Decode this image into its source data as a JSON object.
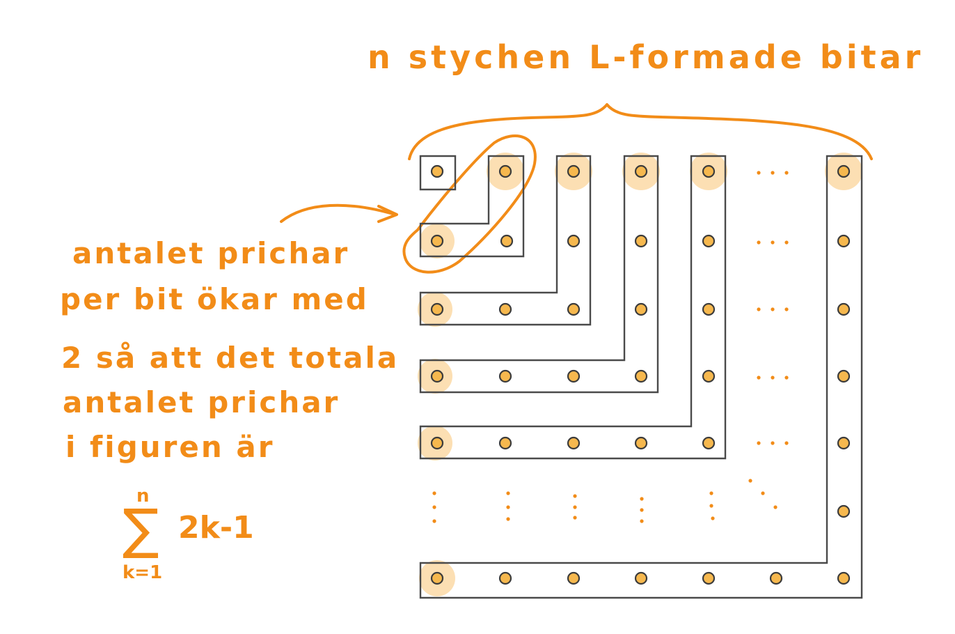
{
  "title": "n stychen L-formade bitar",
  "note_lines": [
    "antalet prichar",
    "per bit ökar med",
    "2 så att det totala",
    "antalet prichar",
    "i figuren är"
  ],
  "formula": {
    "upper": "n",
    "lower": "k=1",
    "symbol": "∑",
    "expression": "2k-1"
  },
  "colors": {
    "accent": "#f28c18",
    "dot_fill": "#f6b84e",
    "halo": "#fbd9a6",
    "outline": "#4a4a4a"
  }
}
